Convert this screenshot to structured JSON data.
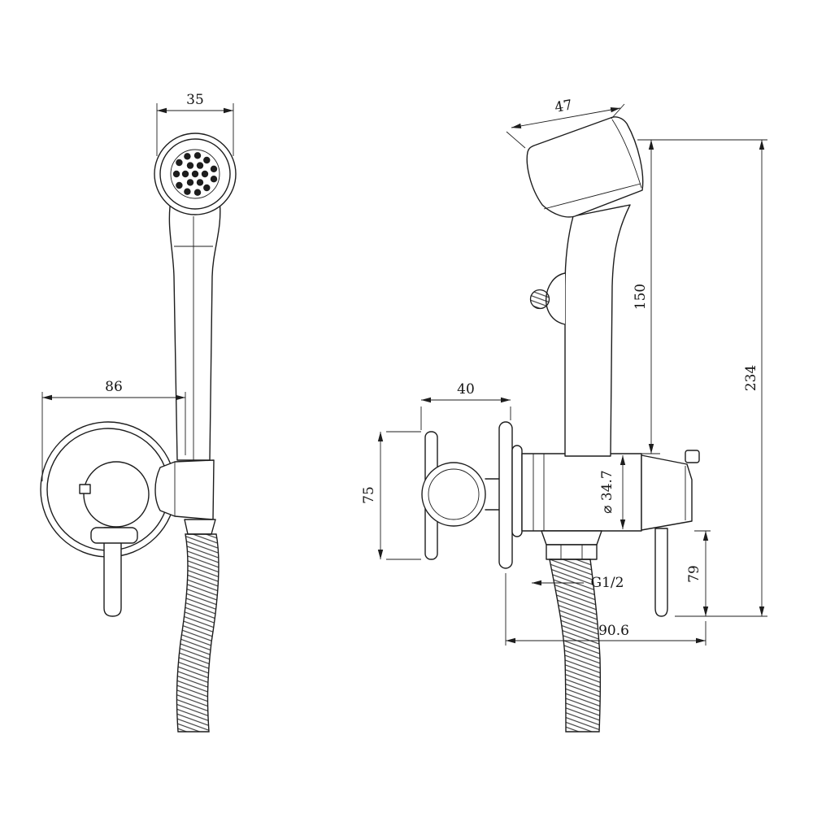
{
  "drawing": {
    "background": "#ffffff",
    "line_color": "#1d1d1d"
  },
  "front_view": {
    "head_width": "35",
    "plate_width": "86"
  },
  "side_view": {
    "head_width": "47",
    "handle_height": "150",
    "total_height": "234",
    "knob_width": "40",
    "knob_height": "75",
    "body_diameter": "⌀ 34.7",
    "lever_length": "79",
    "thread_size": "G1/2",
    "base_width": "90.6"
  }
}
